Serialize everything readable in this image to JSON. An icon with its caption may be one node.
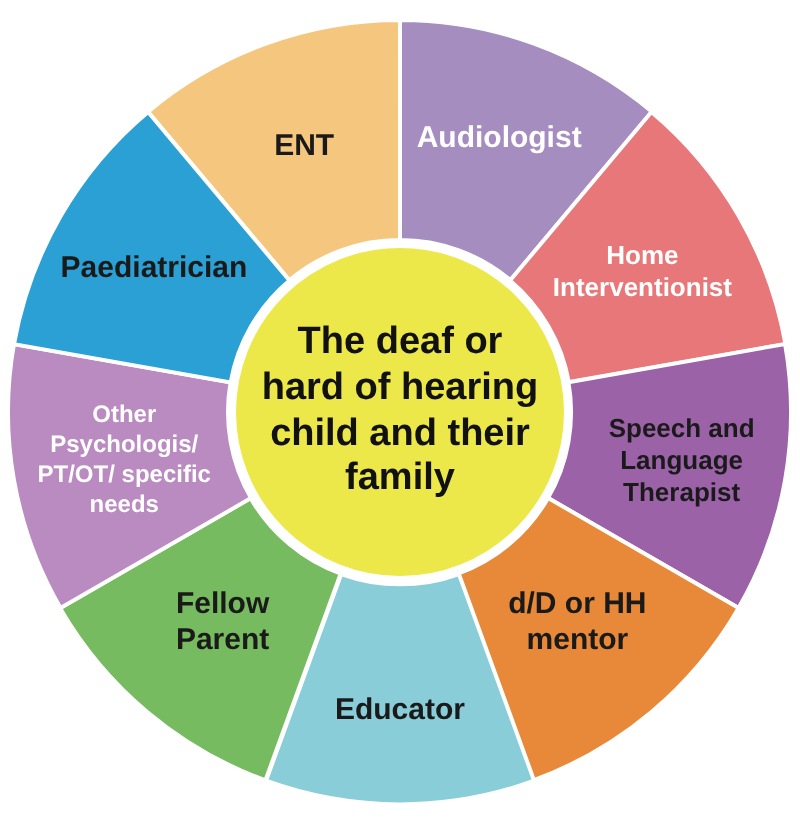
{
  "diagram": {
    "nodes": [
      {
        "text": [
          "ENT"
        ]
      },
      {
        "text": [
          "Audiologist"
        ]
      },
      {
        "text": [
          "Home Interventionist"
        ]
      },
      {
        "text": [
          "Speech and Language Therapist"
        ]
      },
      {
        "text": [
          "d/D or HH mentor"
        ]
      },
      {
        "text": [
          "Educator"
        ]
      },
      {
        "text": [
          "Fellow Parent"
        ]
      },
      {
        "text": [
          "Other Psychologis/ PT/OT/ specific needs"
        ]
      },
      {
        "text": [
          "Paediatrician"
        ]
      },
      {
        "text": [
          "The deaf or hard of hearing child and their family"
        ]
      }
    ]
  }
}
